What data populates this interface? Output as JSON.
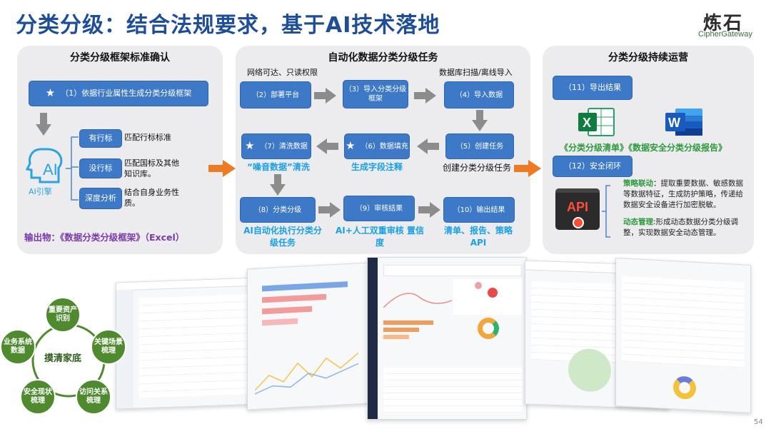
{
  "header": {
    "title": "分类分级：结合法规要求，基于AI技术落地",
    "logo_cn": "炼石",
    "logo_en": "CipherGateway"
  },
  "left_panel": {
    "title": "分类分级框架标准确认",
    "step1": "（1）依据行业属性生成分类分级框架",
    "ai_label": "AI引擎",
    "standards": [
      {
        "tag": "有行标",
        "desc": "匹配行标标准"
      },
      {
        "tag": "没行标",
        "desc": "匹配国标及其他知识库。"
      },
      {
        "tag": "深度分析",
        "desc": "结合自身业务性质。"
      }
    ],
    "output": "输出物：《数据分类分级框架》（Excel）"
  },
  "mid_panel": {
    "title": "自动化数据分类分级任务",
    "label_network": "网络可达、只读权限",
    "label_db": "数据库扫描/离线导入",
    "steps": [
      "（2）部署平台",
      "（3）导入分类分级框架",
      "（4）导入数据",
      "（5）创建任务",
      "（6）数据填充",
      "（7）清洗数据",
      "（8）分类分级",
      "（9）审核结果",
      "（10）输出结果"
    ],
    "create_task_label": "创建分类分级任务",
    "noise_label": "“噪音数据”清洗",
    "gen_label": "生成字段注释",
    "ai_exec_label": "AI自动化执行分类分级任务",
    "review_label": "AI+人工双重审核 置信度",
    "output_label": "清单、报告、策略API"
  },
  "right_panel": {
    "title": "分类分级持续运营",
    "step11": "（11）导出结果",
    "docs_label": "《分类分级清单》《数据安全分类分级报告》",
    "step12": "（12）安全闭环",
    "api_text": "API",
    "strategy_title": "策略联动",
    "strategy_text": "：提取重要数据、敏感数据等数据特征，生成防护策略，传递给数据安全设备进行加密脱敏。",
    "dynamic_title": "动态管理",
    "dynamic_text": ":形成动态数据分类分级调整，实现数据安全动态管理。"
  },
  "cycle": {
    "center": "摸清家底",
    "nodes": [
      "重要资产识别",
      "关键场景梳理",
      "访问关系梳理",
      "安全现状梳理",
      "业务系统数据"
    ]
  },
  "page_number": "54",
  "colors": {
    "title": "#1f4e99",
    "box_blue": "#3d79c6",
    "highlight_blue": "#1aa0e6",
    "output_purple": "#7a3aa8",
    "strategy_green": "#2c9a3c",
    "cycle_green": "#4f8a2f",
    "arrow_orange": "#ee7a22"
  }
}
